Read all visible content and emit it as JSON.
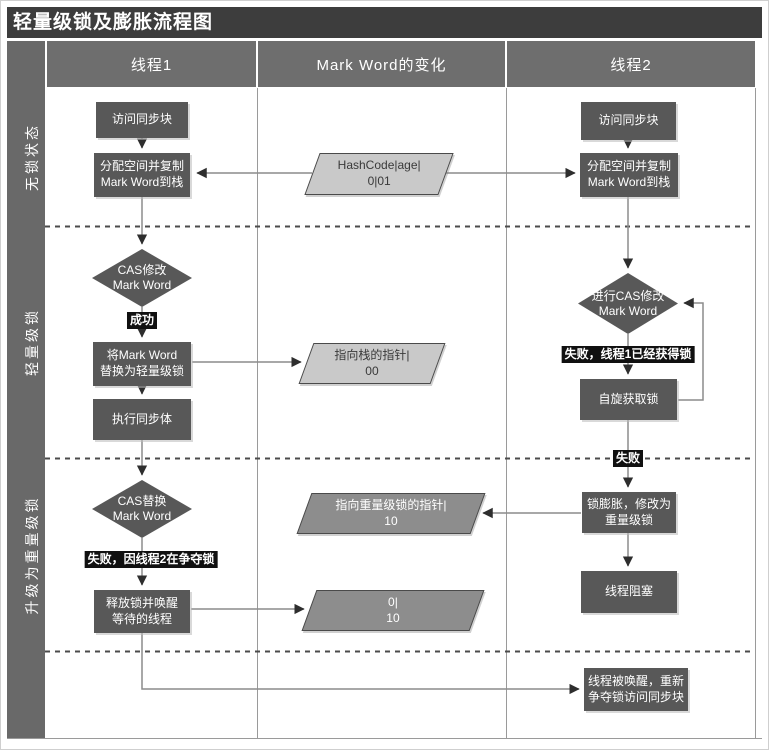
{
  "title": "轻量级锁及膨胀流程图",
  "header": {
    "col1": "线程1",
    "col2": "Mark Word的变化",
    "col3": "线程2"
  },
  "lanes": {
    "lane1": "无锁状态",
    "lane2": "轻量级锁",
    "lane3": "升级为重量级锁"
  },
  "thread1": {
    "access": "访问同步块",
    "alloc": "分配空间并复制\nMark Word到栈",
    "cas_modify": "CAS修改\nMark Word",
    "success_label": "成功",
    "replace": "将Mark Word\n替换为轻量级锁",
    "execute": "执行同步体",
    "cas_replace": "CAS替换\nMark Word",
    "fail_label": "失败，因线程2在争夺锁",
    "release": "释放锁并唤醒\n等待的线程"
  },
  "markword": {
    "unlocked": "HashCode|age|\n0|01",
    "stack_ptr": "指向栈的指针|\n00",
    "heavy_ptr": "指向重量级锁的指针|\n10",
    "inflated": "0|\n10"
  },
  "thread2": {
    "access": "访问同步块",
    "alloc": "分配空间并复制\nMark Word到栈",
    "cas_modify": "进行CAS修改\nMark Word",
    "fail_acquired_label": "失败，线程1已经获得锁",
    "spin": "自旋获取锁",
    "fail_label": "失败",
    "inflate": "锁膨胀，修改为\n重量级锁",
    "block": "线程阻塞",
    "wake": "线程被唤醒，重新\n争夺锁访问同步块"
  },
  "colors": {
    "title_bar": "#3d3d3d",
    "header_cell": "#6e6e6e",
    "process_box": "#585858",
    "light_parallelogram": "#c9c9c9",
    "dark_parallelogram": "#8d8d8d",
    "status_label_bg": "#101010",
    "grid_line": "#9a9a9a"
  }
}
